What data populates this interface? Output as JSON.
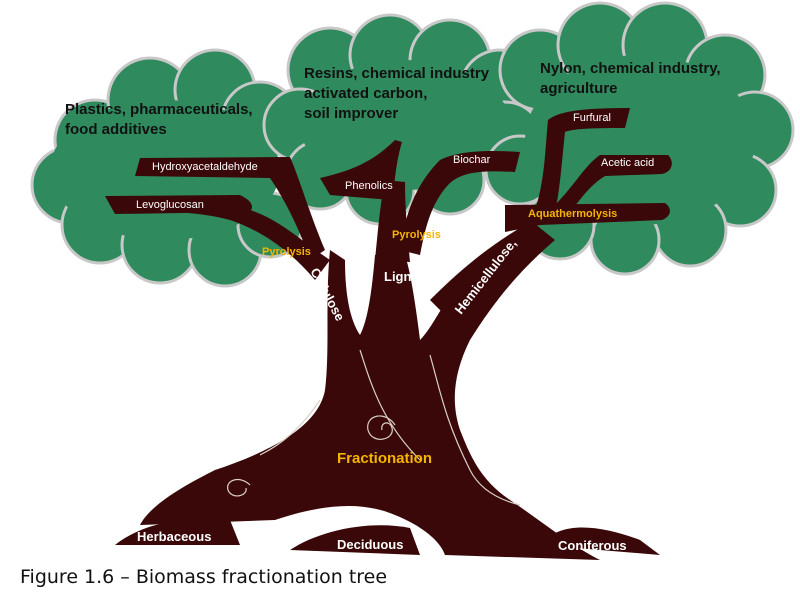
{
  "colors": {
    "foliage": "#2f8a5e",
    "foliage_outline": "#c8c8c8",
    "trunk": "#3a0808",
    "highlight": "#f5b400",
    "text_light": "#ffffff",
    "text_dark": "#111111"
  },
  "clouds": {
    "left": [
      "Plastics, pharmaceuticals,",
      "food additives"
    ],
    "middle": [
      "Resins, chemical industry",
      "activated carbon,",
      "soil improver"
    ],
    "right": [
      "Nylon, chemical industry,",
      "agriculture"
    ]
  },
  "branches": {
    "hydroxyacetaldehyde": "Hydroxyacetaldehyde",
    "levoglucosan": "Levoglucosan",
    "phenolics": "Phenolics",
    "biochar": "Biochar",
    "furfural": "Furfural",
    "acetic_acid": "Acetic acid"
  },
  "processes": {
    "pyrolysis_cellulose": "Pyrolysis",
    "pyrolysis_lignin": "Pyrolysis",
    "aquathermolysis": "Aquathermolysis"
  },
  "trunks": {
    "cellulose": "Cellulose",
    "lignin": "Lignin",
    "hemicellulose": "Hemicellulose,"
  },
  "center": "Fractionation",
  "roots": {
    "herbaceous": "Herbaceous",
    "deciduous": "Deciduous",
    "coniferous": "Coniferous"
  },
  "caption": "Figure 1.6 – Biomass fractionation tree"
}
